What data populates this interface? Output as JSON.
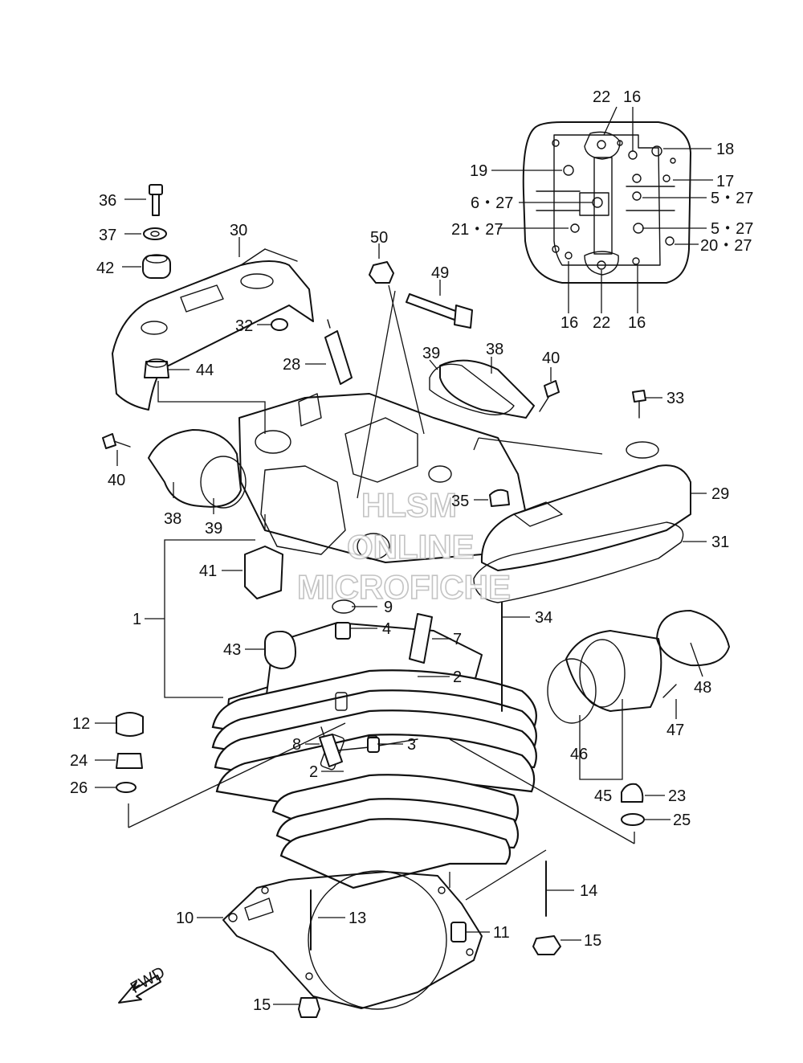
{
  "watermark": {
    "line1": "HLSM",
    "line2": "ONLINE",
    "line3": "MICROFICHE"
  },
  "fwd_label": "FWD",
  "labels": {
    "l1": "1",
    "l2a": "2",
    "l2b": "2",
    "l3": "3",
    "l4": "4",
    "l5_27a": "5・27",
    "l5_27b": "5・27",
    "l6_27": "6・27",
    "l7": "7",
    "l8": "8",
    "l9": "9",
    "l10": "10",
    "l11": "11",
    "l12": "12",
    "l13": "13",
    "l14": "14",
    "l15a": "15",
    "l15b": "15",
    "l16a": "16",
    "l16b": "16",
    "l16c": "16",
    "l17": "17",
    "l18": "18",
    "l19": "19",
    "l20_27": "20・27",
    "l21_27": "21・27",
    "l22a": "22",
    "l22b": "22",
    "l23": "23",
    "l24": "24",
    "l25": "25",
    "l26": "26",
    "l28": "28",
    "l29": "29",
    "l30": "30",
    "l31": "31",
    "l32": "32",
    "l33": "33",
    "l34": "34",
    "l35": "35",
    "l36": "36",
    "l37": "37",
    "l38a": "38",
    "l38b": "38",
    "l39a": "39",
    "l39b": "39",
    "l40a": "40",
    "l40b": "40",
    "l41": "41",
    "l42": "42",
    "l43": "43",
    "l44": "44",
    "l45": "45",
    "l46": "46",
    "l47": "47",
    "l48": "48",
    "l49": "49",
    "l50": "50"
  }
}
